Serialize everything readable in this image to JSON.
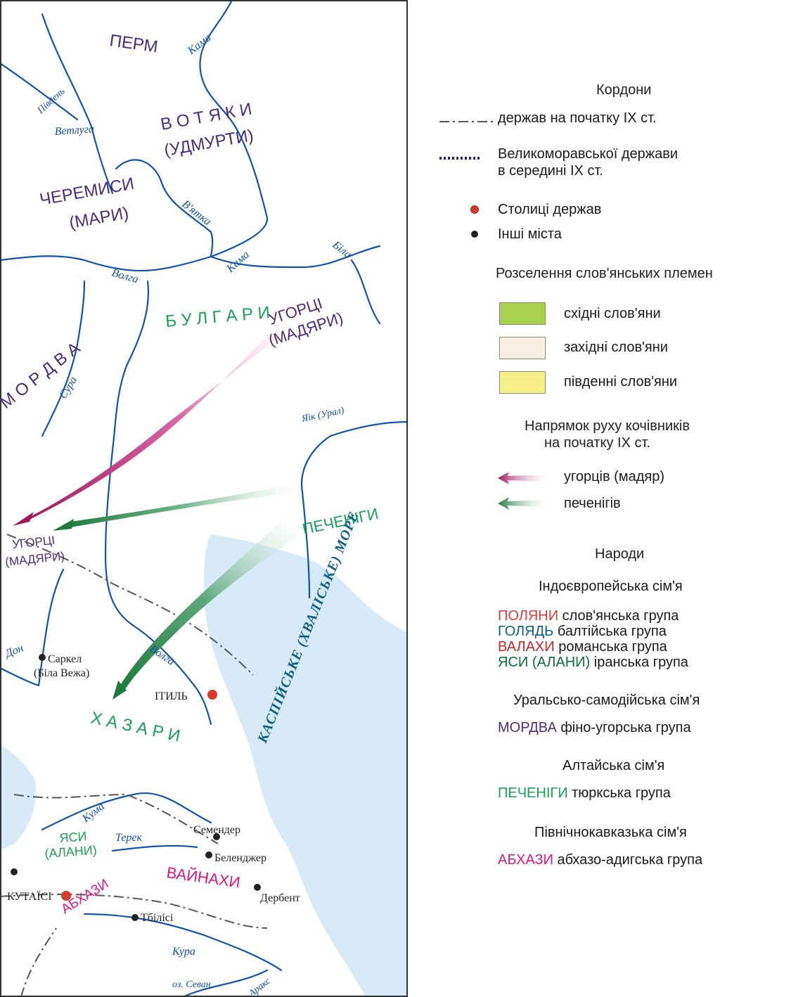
{
  "colors": {
    "water": "#d6ebf7",
    "river": "#1452a8",
    "border": "#555555",
    "moravian": "#1a237e",
    "east_slavs": "#a6d24f",
    "west_slavs": "#f7efdf",
    "south_slavs": "#f7ef8a",
    "capital": "#d53a2b",
    "city": "#222222",
    "magyar_arrow": "#a3145a",
    "pecheneg_arrow": "#1f7a3c",
    "people_violet": "#4b2c7e",
    "people_green": "#18a058",
    "people_pink": "#e6157d",
    "people_red": "#e53935",
    "people_teal": "#0e5f82",
    "people_dark_green": "#0f6e3a",
    "sea_label": "#0e5f82"
  },
  "map": {
    "peoples": {
      "perm": "ПЕРМ",
      "votyaky_1": "В О Т Я К И",
      "votyaky_2": "(УДМУРТИ)",
      "cheremysy_1": "ЧЕРЕМИСИ",
      "cheremysy_2": "(МАРИ)",
      "bulgary": "Б У Л Г А Р И",
      "uhortsi_n_1": "УГОРЦІ",
      "uhortsi_n_2": "(МАДЯРИ)",
      "mordva": "М О Р Д В А",
      "pechenihy": "ПЕЧЕНІГИ",
      "uhortsi_w_1": "УГОРЦІ",
      "uhortsi_w_2": "(МАДЯРИ)",
      "khazary": "Х А З А Р И",
      "yasy_1": "ЯСИ",
      "yasy_2": "(АЛАНИ)",
      "vainakhy": "ВАЙНАХИ",
      "abkhazy": "АБХАЗИ"
    },
    "rivers": {
      "kama_n": "Кама",
      "pivden": "Південь",
      "vetluga": "Ветлуга",
      "vyatka": "В'ятка",
      "kama_s": "Кама",
      "bila": "Біла",
      "volga_n": "Волга",
      "sura": "Сура",
      "yaik": "Яік (Урал)",
      "don": "Дон",
      "volga_s": "Волга",
      "kuma": "Кума",
      "terek": "Терек",
      "kura": "Кура",
      "araks": "Аракс",
      "sevan": "оз. Севан"
    },
    "cities": {
      "sarkel_1": "Саркел",
      "sarkel_2": "(Біла Вежа)",
      "itil": "ІТИЛЬ",
      "semender": "Семендер",
      "belendzher": "Беленджер",
      "derbent": "Дербент",
      "kutaisi": "КУТАЇСІ",
      "tbilisi": "Тбілісі"
    },
    "sea": "КАСПІЙСЬКЕ (ХВАЛІСЬКЕ) МОРЕ"
  },
  "legend": {
    "borders_title": "Кордони",
    "border_ix": "держав на початку ІХ ст.",
    "border_moravia_1": "Великоморавської держави",
    "border_moravia_2": "в середині ІХ ст.",
    "capitals": "Столиці держав",
    "other_cities": "Інші міста",
    "settlement_title": "Розселення слов'янських племен",
    "east_slavs": "східні слов'яни",
    "west_slavs": "західні слов'яни",
    "south_slavs": "південні слов'яни",
    "movement_title_1": "Напрямок руху кочівників",
    "movement_title_2": "на початку ІХ ст.",
    "magyars": "угорців (мадяр)",
    "pechenegs": "печенігів",
    "peoples_title": "Народи",
    "indo_family": "Індоєвропейська сім'я",
    "polyany": "ПОЛЯНИ",
    "polyany_group": " слов'янська група",
    "golyad": "ГОЛЯДЬ",
    "golyad_group": " балтійська група",
    "valakhy": "ВАЛАХИ",
    "valakhy_group": " романська група",
    "yasy": "ЯСИ (АЛАНИ)",
    "yasy_group": " іранська група",
    "uralic_family": "Уральсько-самодійська сім'я",
    "mordva": "МОРДВА",
    "mordva_group": " фіно-угорська група",
    "altaic_family": "Алтайська сім'я",
    "pechenihy": "ПЕЧЕНІГИ",
    "pechenihy_group": " тюркська група",
    "caucasian_family": "Північнокавказька сім'я",
    "abkhazy": "АБХАЗИ",
    "abkhazy_group": " абхазо-адигська група"
  }
}
